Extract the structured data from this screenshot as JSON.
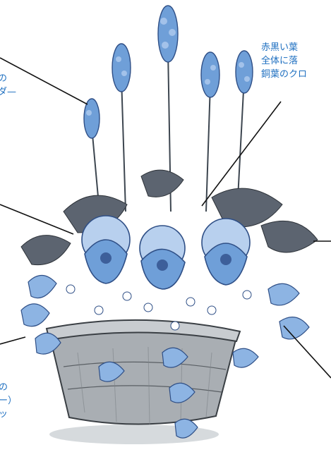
{
  "colors": {
    "label_text": "#1e6fc0",
    "leader_line": "#111111",
    "flower_blue": "#6f9fd8",
    "flower_light": "#b8d0ee",
    "flower_mid": "#8db4e3",
    "flower_dark": "#3d5f9a",
    "foliage": "#5c6470",
    "pot_body": "#a9aeb3",
    "pot_rim": "#c8ccd0",
    "pot_shadow": "#d6dadd"
  },
  "labels": {
    "top_left": "の\nダ—",
    "top_right": "赤黒い葉\n全体に落\n銅葉のクロ",
    "bottom_left": "の\nー）\nッ"
  },
  "icons": {
    "illustration": "flower-pot-arrangement-icon"
  }
}
